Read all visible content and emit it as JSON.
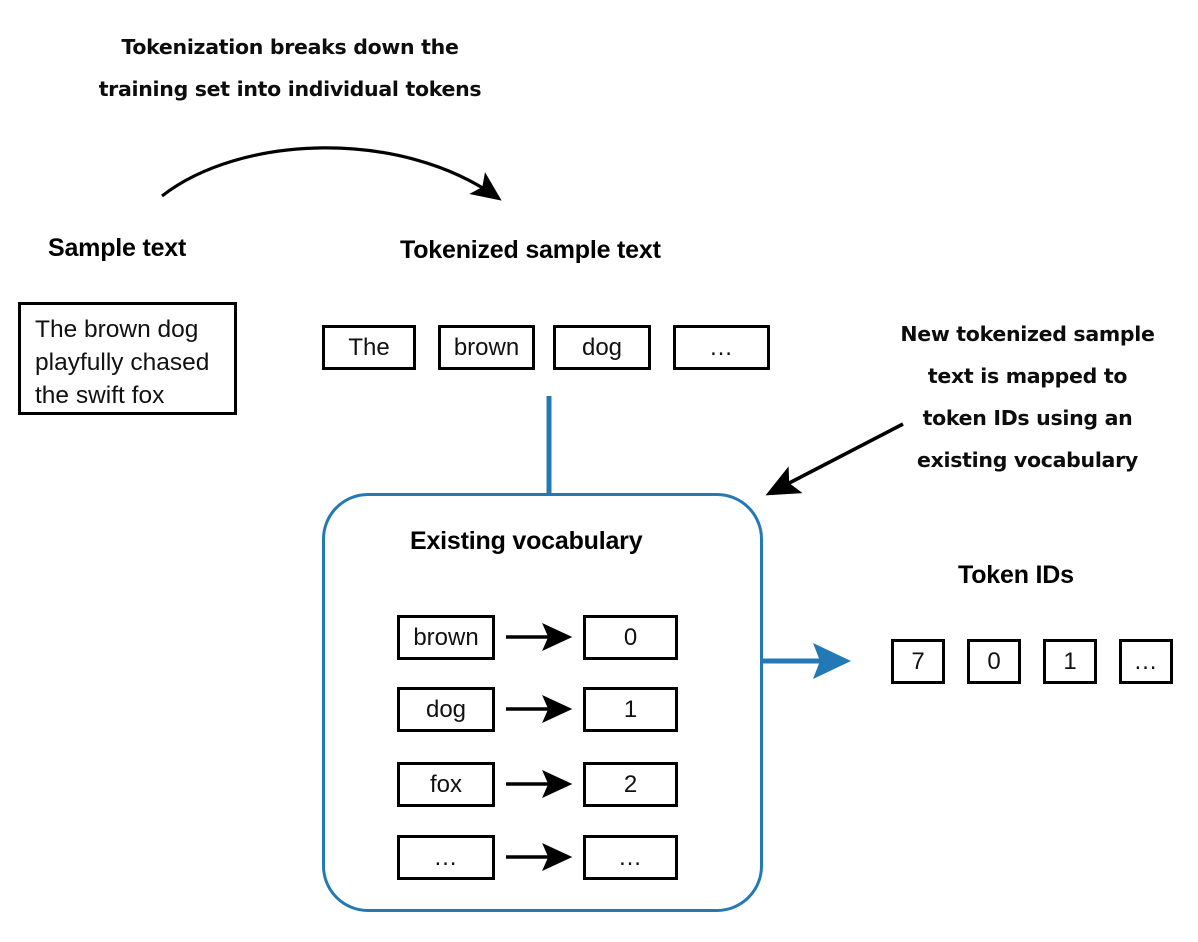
{
  "diagram": {
    "title": "Tokenization and vocabulary mapping to token IDs",
    "colors": {
      "stroke_black": "#000000",
      "connector_blue": "#2279b5",
      "background": "#ffffff"
    }
  },
  "annotations": {
    "top": {
      "line1": "Tokenization breaks down the",
      "line2": "training set into individual tokens"
    },
    "right": {
      "line1": "New tokenized sample",
      "line2": "text is mapped to",
      "line3": "token IDs using an",
      "line4": "existing vocabulary"
    }
  },
  "sample": {
    "heading": "Sample text",
    "body": "The brown dog\nplayfully chased\nthe swift fox"
  },
  "tokenized": {
    "heading": "Tokenized sample text",
    "tokens": [
      "The",
      "brown",
      "dog",
      "…"
    ]
  },
  "vocabulary": {
    "heading": "Existing vocabulary",
    "rows": [
      {
        "token": "brown",
        "id": "0"
      },
      {
        "token": "dog",
        "id": "1"
      },
      {
        "token": "fox",
        "id": "2"
      },
      {
        "token": "…",
        "id": "…"
      }
    ]
  },
  "token_ids": {
    "heading": "Token IDs",
    "values": [
      "7",
      "0",
      "1",
      "…"
    ]
  },
  "icons": {
    "curved_arrow": "curved-arrow-icon",
    "diagonal_arrow": "diagonal-arrow-icon",
    "blue_connector": "blue-connector-icon",
    "blue_output_arrow": "blue-output-arrow-icon",
    "map_arrow": "map-arrow-icon"
  }
}
